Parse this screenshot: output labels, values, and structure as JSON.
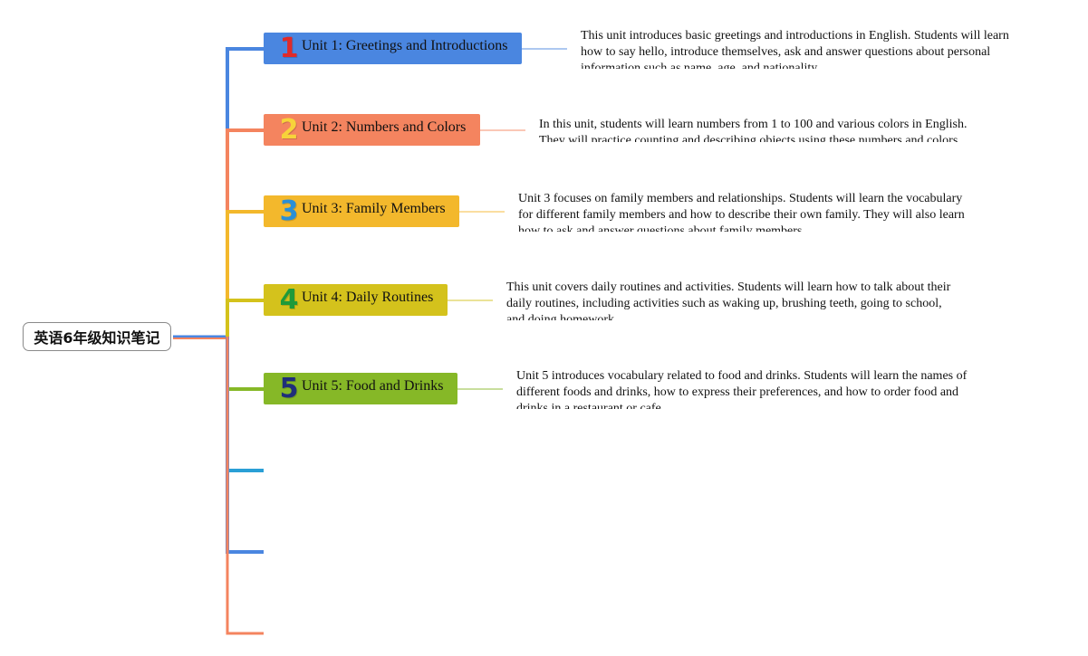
{
  "root": {
    "label": "英语6年级知识笔记"
  },
  "units": [
    {
      "badge": "1",
      "title": "Unit 1: Greetings and Introductions",
      "desc": "This unit introduces basic greetings and introductions in English. Students will learn how to say hello, introduce themselves, ask and answer questions about personal information such as name, age, and nationality.",
      "color": "#4a86e0",
      "badge_color": "#e02a2a"
    },
    {
      "badge": "2",
      "title": "Unit 2: Numbers and Colors",
      "desc": "In this unit, students will learn numbers from 1 to 100 and various colors in English. They will practice counting and describing objects using these numbers and colors.",
      "color": "#f4845f",
      "badge_color": "#f7d33a"
    },
    {
      "badge": "3",
      "title": "Unit 3: Family Members",
      "desc": "Unit 3 focuses on family members and relationships. Students will learn the vocabulary for different family members and how to describe their own family. They will also learn how to ask and answer questions about family members.",
      "color": "#f3b82c",
      "badge_color": "#2a8fd6"
    },
    {
      "badge": "4",
      "title": "Unit 4: Daily Routines",
      "desc": "This unit covers daily routines and activities. Students will learn how to talk about their daily routines, including activities such as waking up, brushing teeth, going to school, and doing homework.",
      "color": "#d4c21c",
      "badge_color": "#1f9a3a"
    },
    {
      "badge": "5",
      "title": "Unit 5: Food and Drinks",
      "desc": "Unit 5 introduces vocabulary related to food and drinks. Students will learn the names of different foods and drinks, how to express their preferences, and how to order food and drinks in a restaurant or cafe.",
      "color": "#86b827",
      "badge_color": "#1f2f7a"
    }
  ],
  "empty_branch_colors": [
    "#2a9fd6",
    "#4a86e0",
    "#f4845f"
  ]
}
